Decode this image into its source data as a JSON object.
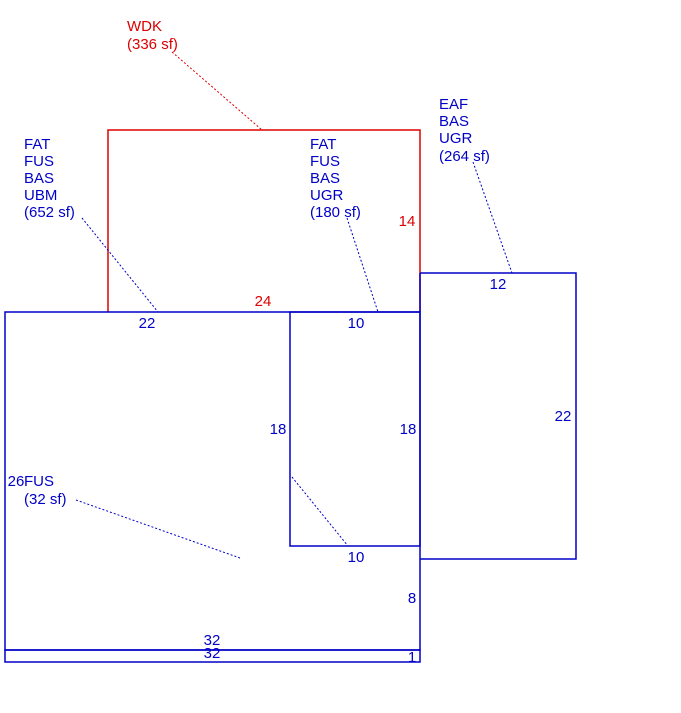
{
  "colors": {
    "main": "#0000c8",
    "deck": "#dd0000",
    "leader_main": "#0000c8",
    "leader_deck": "#dd0000"
  },
  "areas": {
    "wdk": {
      "lines": [
        "WDK",
        "(336 sf)"
      ]
    },
    "main": {
      "lines": [
        "FAT",
        "FUS",
        "BAS",
        "UBM",
        "(652 sf)"
      ]
    },
    "mid": {
      "lines": [
        "FAT",
        "FUS",
        "BAS",
        "UGR",
        "(180 sf)"
      ]
    },
    "right": {
      "lines": [
        "EAF",
        "BAS",
        "UGR",
        "(264 sf)"
      ]
    },
    "fus": {
      "lines": [
        "FUS",
        "(32 sf)"
      ]
    }
  },
  "dimensions": {
    "deck_top": "24",
    "deck_side": "14",
    "main_top": "22",
    "mid_top": "10",
    "right_top": "12",
    "mid_left": "18",
    "mid_right": "18",
    "right_side": "22",
    "main_left": "26",
    "mid_bottom": "10",
    "main_lower_right": "8",
    "main_bottom": "32",
    "strip_bottom": "32",
    "strip_side": "1"
  }
}
